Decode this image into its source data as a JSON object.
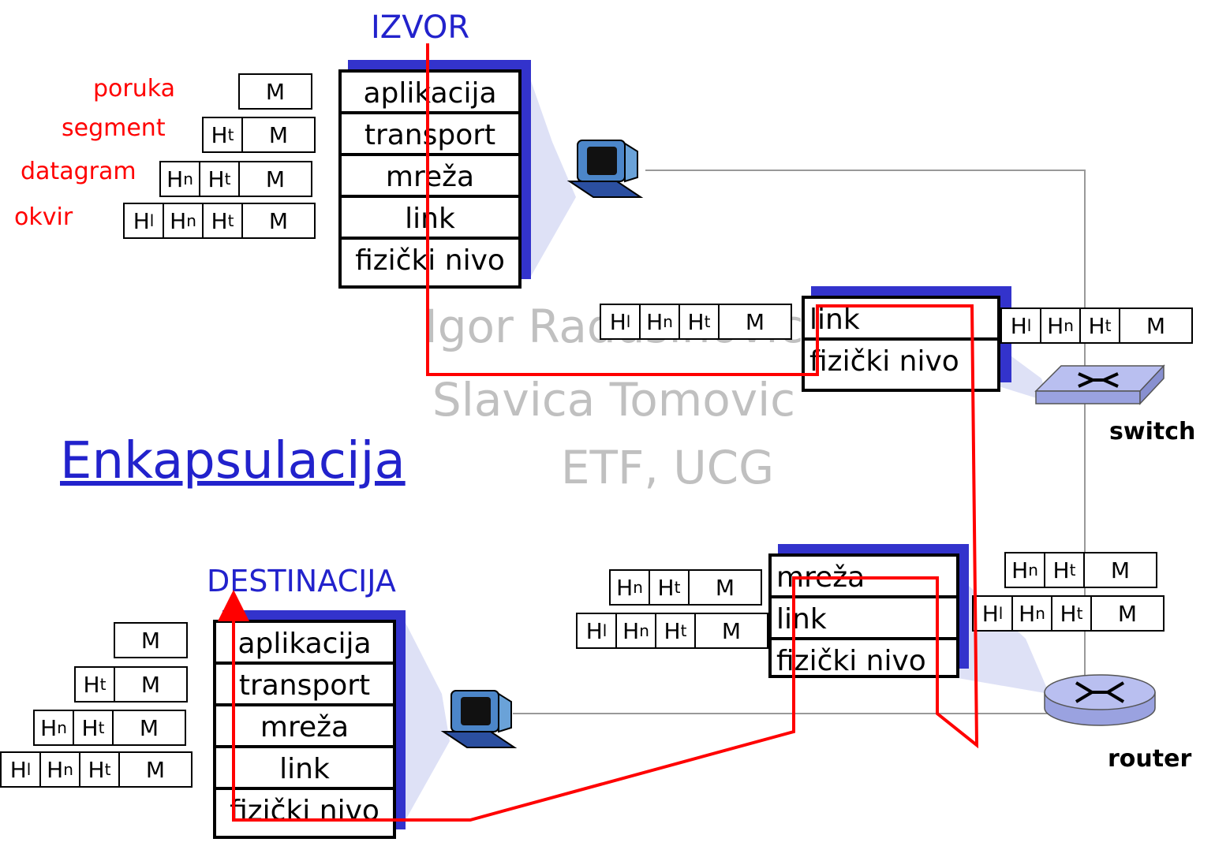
{
  "title": "Enkapsulacija",
  "source_label": "IZVOR",
  "dest_label": "DESTINACIJA",
  "watermark": [
    "Igor Radusinovic",
    "Slavica Tomovic",
    "ETF, UCG"
  ],
  "pdu_names": [
    "poruka",
    "segment",
    "datagram",
    "okvir"
  ],
  "host_layers": [
    "aplikacija",
    "transport",
    "mreža",
    "link",
    "fizički nivo"
  ],
  "switch_layers": [
    "link",
    "fizički nivo"
  ],
  "router_layers": [
    "mreža",
    "link",
    "fizički nivo"
  ],
  "device_labels": {
    "switch": "switch",
    "router": "router"
  },
  "header": {
    "H": "H",
    "t": "t",
    "n": "n",
    "l": "l",
    "M": "M"
  },
  "colors": {
    "title": "#2222cc",
    "pdu_labels": "#ff0000",
    "path": "#ff0000",
    "stack_shadow": "#3333cc",
    "watermark": "#c0c0c0"
  }
}
